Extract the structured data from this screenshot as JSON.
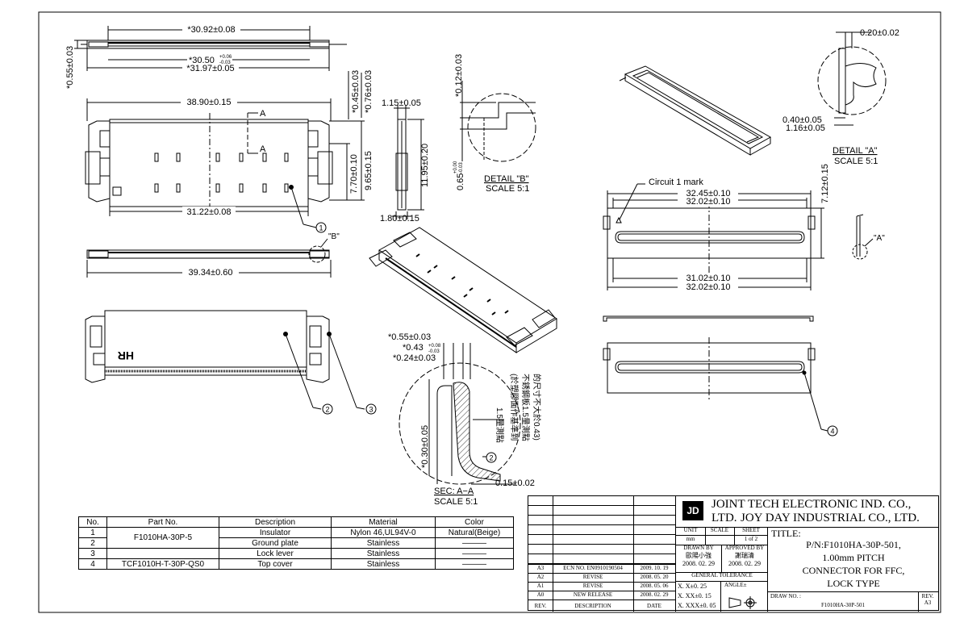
{
  "dimensions": {
    "top_length": "*30.92±0.08",
    "top_inner": "*30.50",
    "top_inner_tol_plus": "+0.06",
    "top_inner_tol_minus": "-0.03",
    "top_overall": "*31.97±0.05",
    "top_height": "*0.55±0.03",
    "front_width": "38.90±0.15",
    "front_pitch_row": "31.22±0.08",
    "front_h1": "7.70±0.10",
    "front_h2": "9.65±0.15",
    "side_thk_1": "*0.45±0.03",
    "side_thk_2": "*0.76±0.03",
    "side_w_top": "1.15±0.05",
    "side_h": "11.95±0.20",
    "side_w_bottom": "1.80±0.15",
    "bottom_length": "39.34±0.60",
    "detail_b_h1": "*0.12±0.03",
    "detail_b_h2": "0.65",
    "detail_b_h2_tol_plus": "+0.00",
    "detail_b_h2_tol_minus": "-0.03",
    "sec_t1": "*0.55±0.03",
    "sec_t2": "*0.43",
    "sec_t2_tol_plus": "+0.08",
    "sec_t2_tol_minus": "-0.03",
    "sec_t3": "*0.24±0.03",
    "sec_h": "*0.30±0.05",
    "sec_bottom": "0.15±0.02",
    "right_w1": "32.45±0.10",
    "right_w2": "32.02±0.10",
    "right_w3": "31.02±0.10",
    "right_w4": "32.02±0.10",
    "right_h": "7.12±0.15",
    "detail_a_top": "0.20±0.02",
    "detail_a_1": "0.40±0.05",
    "detail_a_2": "1.16±0.05"
  },
  "labels": {
    "section_a": "A",
    "section_a2": "A",
    "circuit_mark": "Circuit  1  mark",
    "b_callout": "\"B\"",
    "a_callout": "\"A\"",
    "detail_b": "DETAIL  \"B\"",
    "detail_b_scale": "SCALE  5:1",
    "detail_a": "DETAIL  \"A\"",
    "detail_a_scale": "SCALE  5:1",
    "sec_aa": "SEC:  A−A",
    "sec_aa_scale": "SCALE  5:1",
    "hr_mark": "HR",
    "cn_note_1": "1.5量測點",
    "cn_note_2": "(於塑膠面作基準到",
    "cn_note_3": "不銹鋼板1.5量測點",
    "cn_note_4": "的尺寸不大於0.43)",
    "balloon_1": "1",
    "balloon_2": "2",
    "balloon_3": "3",
    "balloon_4": "4",
    "balloon_2b": "2"
  },
  "bom": {
    "headers": [
      "No.",
      "Part No.",
      "Description",
      "Material",
      "Color"
    ],
    "rows": [
      {
        "no": "1",
        "part": "F1010HA-30P-5",
        "desc": "Insulator",
        "material": "Nylon  46,UL94V-0",
        "color": "Natural(Beige)"
      },
      {
        "no": "2",
        "part": "",
        "desc": "Ground  plate",
        "material": "Stainless",
        "color": "———"
      },
      {
        "no": "3",
        "part": "",
        "desc": "Lock  lever",
        "material": "Stainless",
        "color": "———"
      },
      {
        "no": "4",
        "part": "TCF1010H-T-30P-QS0",
        "desc": "Top  cover",
        "material": "Stainless",
        "color": "———"
      }
    ]
  },
  "title_block": {
    "company_1": "JOINT  TECH  ELECTRONIC  IND.  CO.,  LTD.",
    "company_2": "JOY  DAY  INDUSTRIAL  CO.,  LTD.",
    "logo_text": "JD",
    "unit_label": "UNIT",
    "unit_value": "mm",
    "scale_label": "SCALE",
    "sheet_label": "SHEET",
    "sheet_value": "1  of  2",
    "drawn_by_label": "DRAWN  BY",
    "drawn_by_name": "歐陽小強",
    "drawn_date": "2008. 02. 29",
    "approved_by_label": "APPROVED  BY",
    "approved_by_name": "謝瑞清",
    "approved_date": "2008. 02. 29",
    "tolerance_label": "GENERAL  TOLERANCE",
    "tol_1": "X. X±0. 25",
    "tol_2": "X. XX±0. 15",
    "tol_3": "X. XXX±0. 05",
    "angle_label": "ANGLE±",
    "title_label": "TITLE:",
    "title_1": "P/N:F1010HA-30P-501,",
    "title_2": "1.00mm  PITCH",
    "title_3": "CONNECTOR  FOR  FFC,",
    "title_4": "LOCK  TYPE",
    "draw_no_label": "DRAW  NO. :",
    "draw_no_value": "F1010HA-30P-501",
    "rev_label": "REV.",
    "rev_value": "A3",
    "rev_col_rev": "REV.",
    "rev_col_desc": "DESCRIPTION",
    "rev_col_date": "DATE",
    "revisions": [
      {
        "rev": "A3",
        "desc": "ECN  NO. EN0910190504",
        "date": "2009. 10. 19"
      },
      {
        "rev": "A2",
        "desc": "REVISE",
        "date": "2008. 05. 20"
      },
      {
        "rev": "A1",
        "desc": "REVISE",
        "date": "2008. 05. 06"
      },
      {
        "rev": "A0",
        "desc": "NEW  RELEASE",
        "date": "2008. 02. 29"
      }
    ]
  }
}
